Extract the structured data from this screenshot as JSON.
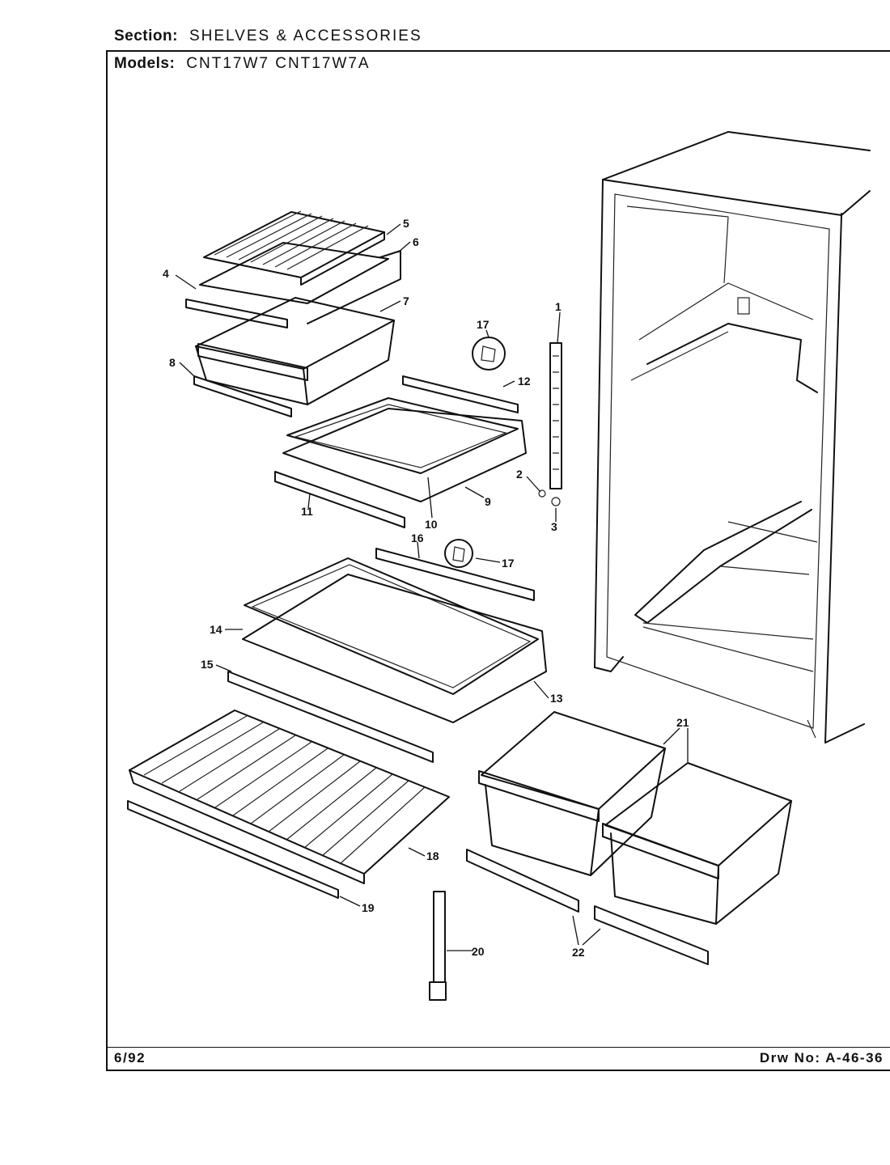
{
  "header": {
    "section_label": "Section:",
    "section_value": "SHELVES & ACCESSORIES",
    "models_label": "Models:",
    "models_value": "CNT17W7   CNT17W7A"
  },
  "footer": {
    "date": "6/92",
    "drawing_number": "Drw No:  A-46-36"
  },
  "callouts": [
    "1",
    "2",
    "3",
    "4",
    "5",
    "6",
    "7",
    "8",
    "9",
    "10",
    "11",
    "12",
    "13",
    "14",
    "15",
    "16",
    "17",
    "18",
    "19",
    "20",
    "21",
    "22"
  ]
}
